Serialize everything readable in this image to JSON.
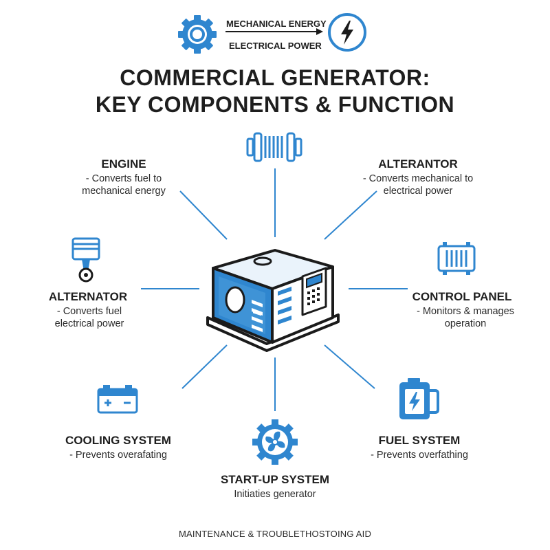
{
  "header": {
    "flow_top": "MECHANICAL ENERGY",
    "flow_bottom": "ELECTRICAL POWER",
    "title_line1": "COMMERCIAL GENERATOR:",
    "title_line2": "KEY COMPONENTS & FUNCTION"
  },
  "components": {
    "engine": {
      "title": "ENGINE",
      "desc": "- Converts fuel to mechanical energy"
    },
    "alternator_top": {
      "title": "ALTERANTOR",
      "desc": "- Converts mechanical to electrical power"
    },
    "alternator_left": {
      "title": "ALTERNATOR",
      "desc": "- Converts fuel electrical power"
    },
    "control_panel": {
      "title": "CONTROL PANEL",
      "desc": "- Monitors & manages operation"
    },
    "cooling_system": {
      "title": "COOLING SYSTEM",
      "desc": "- Prevents overafating"
    },
    "fuel_system": {
      "title": "FUEL SYSTEM",
      "desc": "- Prevents overfathing"
    },
    "startup_system": {
      "title": "START-UP SYSTEM",
      "desc": "Initiaties generator"
    }
  },
  "footer": "MAINTENANCE & TROUBLETHOSTOING AID",
  "colors": {
    "accent": "#2f86cf",
    "ink": "#1b1b1b"
  }
}
